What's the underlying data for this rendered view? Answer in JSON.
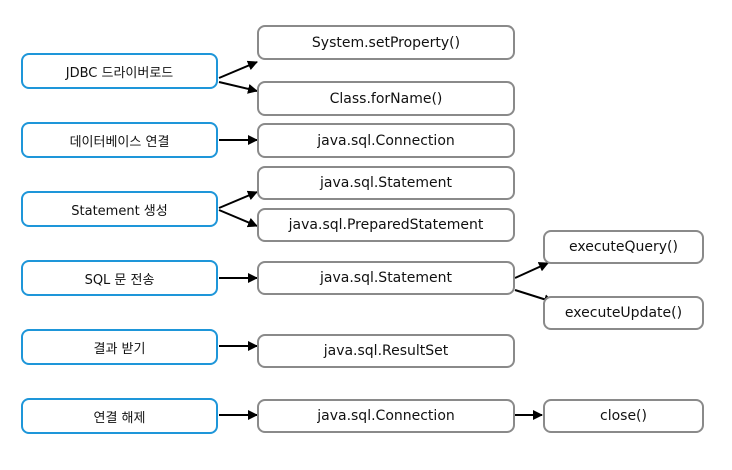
{
  "steps": [
    "JDBC 드라이버로드",
    "데이터베이스 연결",
    "Statement 생성",
    "SQL 문 전송",
    "결과 받기",
    "연결 해제"
  ],
  "classes": [
    "System.setProperty()",
    "Class.forName()",
    "java.sql.Connection",
    "java.sql.Statement",
    "java.sql.PreparedStatement",
    "java.sql.Statement",
    "java.sql.ResultSet",
    "java.sql.Connection"
  ],
  "methods": [
    "executeQuery()",
    "executeUpdate()",
    "close()"
  ],
  "colors": {
    "step_border": "#1e96d9",
    "class_border": "#8a8a8a",
    "arrow": "#000000"
  }
}
